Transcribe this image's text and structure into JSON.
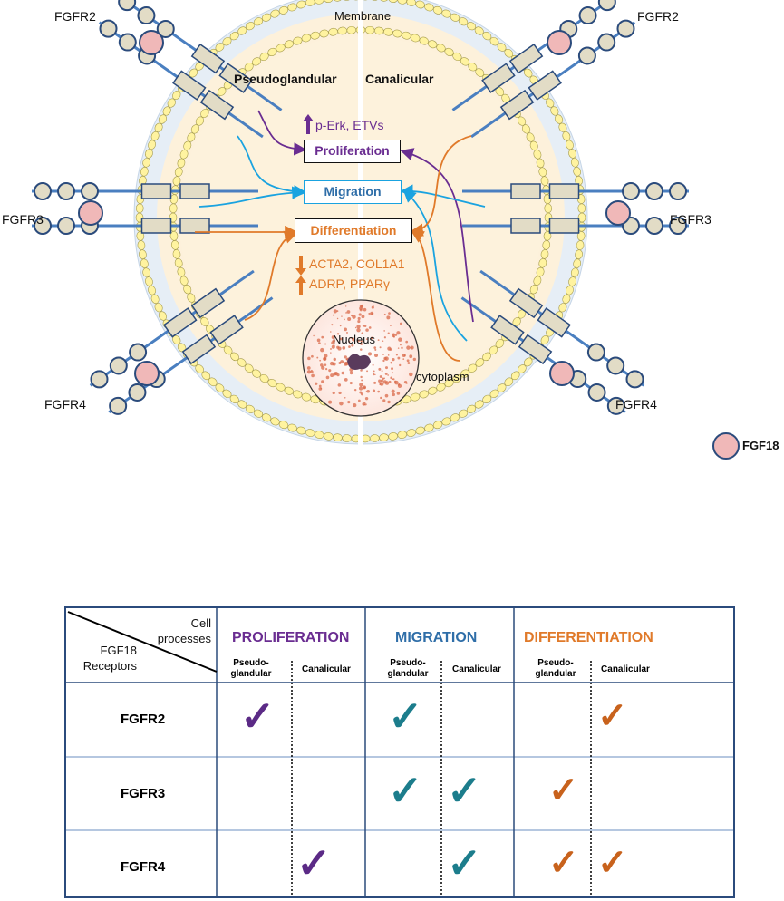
{
  "diagram": {
    "membrane_label": "Membrane",
    "stage_left": "Pseudoglandular",
    "stage_right": "Canalicular",
    "receptors": {
      "tl": "FGFR2",
      "tr": "FGFR2",
      "ml": "FGFR3",
      "mr": "FGFR3",
      "bl": "FGFR4",
      "br": "FGFR4"
    },
    "boxes": {
      "proliferation": "Proliferation",
      "migration": "Migration",
      "differentiation": "Differentiation"
    },
    "effects": {
      "prolif": "p-Erk, ETVs",
      "down": "ACTA2, COL1A1",
      "up": "ADRP, PPARγ"
    },
    "nucleus_label": "Nucleus",
    "cytoplasm_label": "cytoplasm",
    "legend_label": "FGF18",
    "colors": {
      "proliferation": "#6a2d91",
      "migration": "#2f6ea8",
      "differentiation": "#e07a2a",
      "arrow_blue": "#1aa3e0",
      "membrane_bg": "#fdf2dc",
      "lipid": "#fff3a0",
      "receptor_box": "#e2dcc6",
      "ligand": "#f0b8b8",
      "check_purple": "#5b2a86",
      "check_teal": "#1c7d8c",
      "check_orange": "#c8621c"
    }
  },
  "table": {
    "header_top": "Cell processes",
    "header_bottom": "FGF18 Receptors",
    "processes": [
      "PROLIFERATION",
      "MIGRATION",
      "DIFFERENTIATION"
    ],
    "sub_left": "Pseudo-glandular",
    "sub_right": "Canalicular",
    "rows": [
      "FGFR2",
      "FGFR3",
      "FGFR4"
    ],
    "check_symbol": "✓",
    "checks": [
      {
        "row": "FGFR2",
        "process": "PROLIFERATION",
        "stage": "Pseudoglandular"
      },
      {
        "row": "FGFR2",
        "process": "MIGRATION",
        "stage": "Pseudoglandular"
      },
      {
        "row": "FGFR2",
        "process": "DIFFERENTIATION",
        "stage": "Canalicular"
      },
      {
        "row": "FGFR3",
        "process": "MIGRATION",
        "stage": "Pseudoglandular"
      },
      {
        "row": "FGFR3",
        "process": "MIGRATION",
        "stage": "Canalicular"
      },
      {
        "row": "FGFR3",
        "process": "DIFFERENTIATION",
        "stage": "Pseudoglandular"
      },
      {
        "row": "FGFR4",
        "process": "PROLIFERATION",
        "stage": "Canalicular"
      },
      {
        "row": "FGFR4",
        "process": "MIGRATION",
        "stage": "Canalicular"
      },
      {
        "row": "FGFR4",
        "process": "DIFFERENTIATION",
        "stage": "Pseudoglandular"
      },
      {
        "row": "FGFR4",
        "process": "DIFFERENTIATION",
        "stage": "Canalicular"
      }
    ]
  }
}
